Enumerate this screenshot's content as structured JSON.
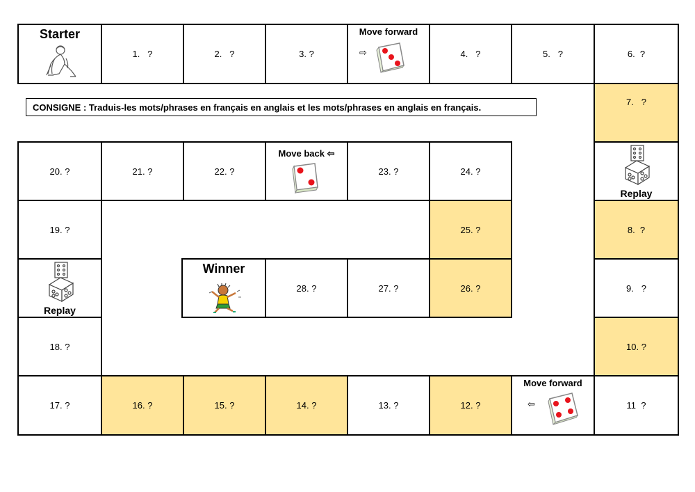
{
  "board": {
    "starter_label": "Starter",
    "winner_label": "Winner",
    "consigne": "CONSIGNE : Traduis-les mots/phrases en français en anglais et les mots/phrases en anglais en français.",
    "move_forward_top": "Move forward",
    "move_forward_bottom": "Move forward",
    "move_back": "Move back ⇦",
    "arrow_right": "⇨",
    "arrow_left": "⇦",
    "replay_right": "Replay",
    "replay_left": "Replay",
    "colors": {
      "yellow": "#ffe59a",
      "pip": "#e8141c",
      "border": "#000000"
    },
    "cells": {
      "c1": "1.   ?",
      "c2": "2.   ?",
      "c3": "3. ?",
      "c4": "4.   ?",
      "c5": "5.   ?",
      "c6": "6.  ?",
      "c7": "7.   ?",
      "c8": "8.  ?",
      "c9": "9.   ?",
      "c10": "10. ?",
      "c11": "11  ?",
      "c12": "12. ?",
      "c13": "13. ?",
      "c14": "14. ?",
      "c15": "15. ?",
      "c16": "16. ?",
      "c17": "17. ?",
      "c18": "18. ?",
      "c19": "19. ?",
      "c20": "20. ?",
      "c21": "21. ?",
      "c22": "22. ?",
      "c23": "23. ?",
      "c24": "24. ?",
      "c25": "25. ?",
      "c26": "26. ?",
      "c27": "27. ?",
      "c28": "28. ?"
    }
  }
}
